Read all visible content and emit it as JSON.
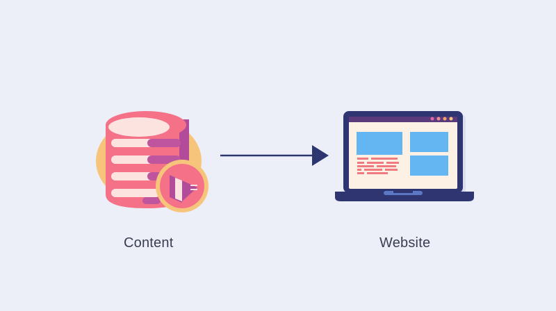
{
  "diagram": {
    "nodes": [
      {
        "id": "content",
        "label": "Content",
        "icon": "database-icon"
      },
      {
        "id": "website",
        "label": "Website",
        "icon": "laptop-icon"
      }
    ],
    "edges": [
      {
        "from": "content",
        "to": "website",
        "style": "arrow"
      }
    ]
  },
  "colors": {
    "background": "#eceff8",
    "arrow": "#2c3770",
    "db_pink": "#f47188",
    "db_light": "#fde3df",
    "db_purple": "#b24c9a",
    "db_halo": "#f6c47a",
    "laptop_frame": "#2f3570",
    "screen": "#fdf0e4",
    "panel_blue": "#63b6f2",
    "text_lines": "#ef7a80",
    "label_text": "#3a3d52"
  }
}
